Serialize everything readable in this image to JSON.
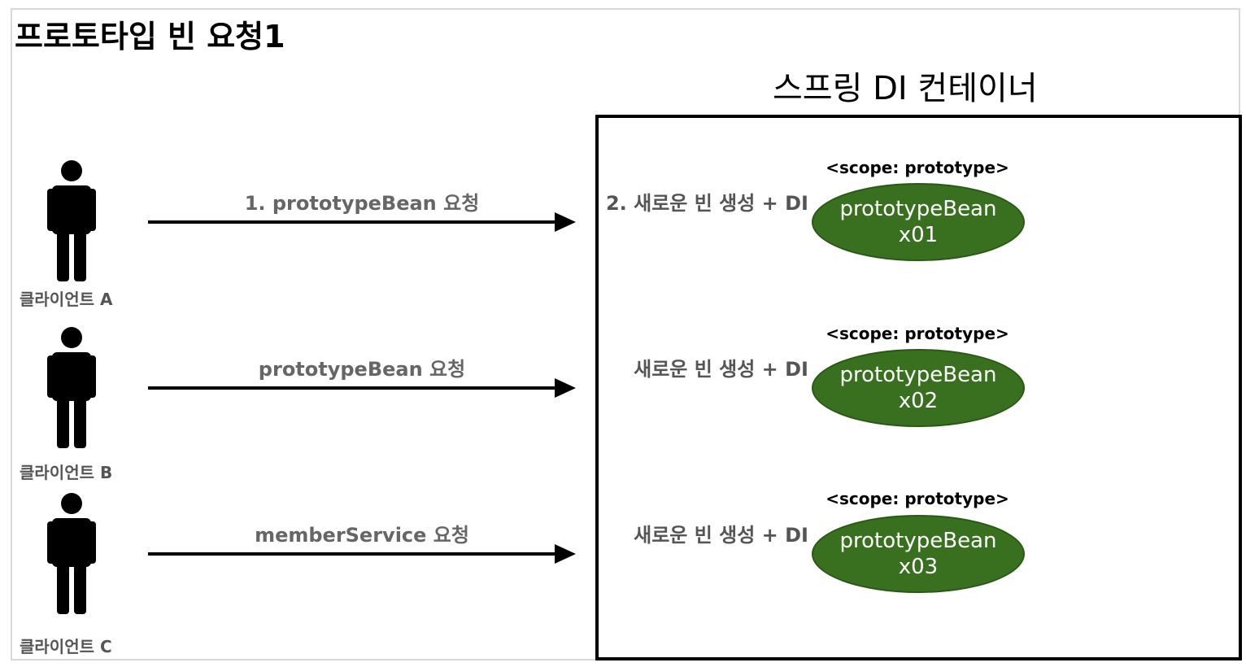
{
  "title": "프로토타입 빈 요청1",
  "container": {
    "title": "스프링 DI 컨테이너"
  },
  "clients": [
    {
      "label": "클라이언트 A"
    },
    {
      "label": "클라이언트 B"
    },
    {
      "label": "클라이언트 C"
    }
  ],
  "requests": [
    {
      "label": "1. prototypeBean 요청"
    },
    {
      "label": "prototypeBean 요청"
    },
    {
      "label": "memberService 요청"
    }
  ],
  "creations": [
    {
      "label": "2. 새로운 빈 생성 + DI"
    },
    {
      "label": "새로운 빈 생성 + DI"
    },
    {
      "label": "새로운 빈 생성 + DI"
    }
  ],
  "beans": [
    {
      "scope": "<scope: prototype>",
      "name": "prototypeBean",
      "id": "x01"
    },
    {
      "scope": "<scope: prototype>",
      "name": "prototypeBean",
      "id": "x02"
    },
    {
      "scope": "<scope: prototype>",
      "name": "prototypeBean",
      "id": "x03"
    }
  ],
  "colors": {
    "bean_fill": "#38701f",
    "label_gray": "#666666",
    "arrow": "#000000"
  }
}
